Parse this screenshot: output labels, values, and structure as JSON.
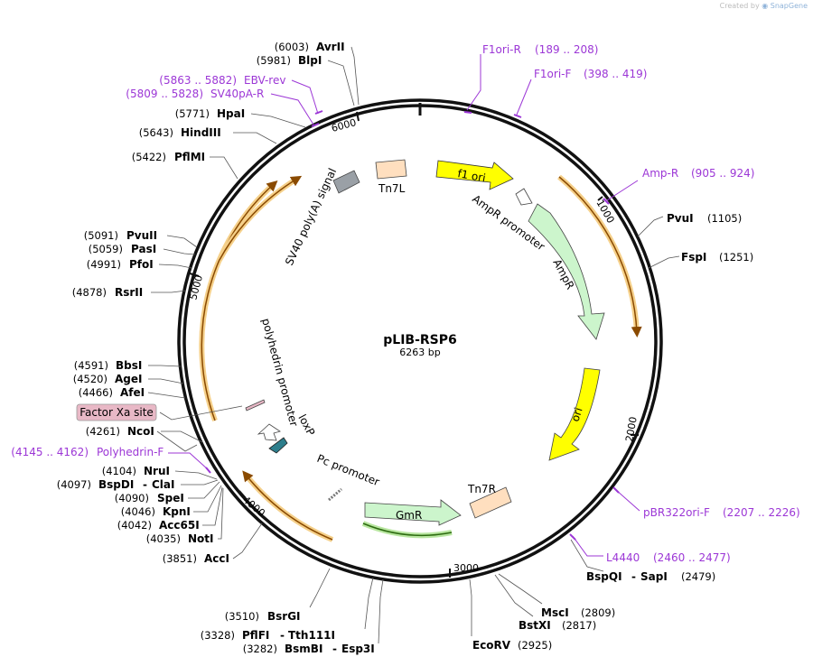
{
  "watermark": {
    "prefix": "Created by",
    "brand": "SnapGene"
  },
  "plasmid": {
    "name": "pLIB-RSP6",
    "length_label": "6263 bp"
  },
  "ticks": [
    "1000",
    "2000",
    "3000",
    "4000",
    "5000",
    "6000"
  ],
  "enzymes": [
    {
      "name": "AvrII",
      "pos": "(6003)"
    },
    {
      "name": "BlpI",
      "pos": "(5981)"
    },
    {
      "name": "HpaI",
      "pos": "(5771)"
    },
    {
      "name": "HindIII",
      "pos": "(5643)"
    },
    {
      "name": "PflMI",
      "pos": "(5422)"
    },
    {
      "name": "PvuII",
      "pos": "(5091)"
    },
    {
      "name": "PasI",
      "pos": "(5059)"
    },
    {
      "name": "PfoI",
      "pos": "(4991)"
    },
    {
      "name": "RsrII",
      "pos": "(4878)"
    },
    {
      "name": "BbsI",
      "pos": "(4591)"
    },
    {
      "name": "AgeI",
      "pos": "(4520)"
    },
    {
      "name": "AfeI",
      "pos": "(4466)"
    },
    {
      "name": "NcoI",
      "pos": "(4261)"
    },
    {
      "name": "NruI",
      "pos": "(4104)"
    },
    {
      "name": "BspDI",
      "pos": "(4097)",
      "alias": "ClaI"
    },
    {
      "name": "SpeI",
      "pos": "(4090)"
    },
    {
      "name": "KpnI",
      "pos": "(4046)"
    },
    {
      "name": "Acc65I",
      "pos": "(4042)"
    },
    {
      "name": "NotI",
      "pos": "(4035)"
    },
    {
      "name": "AccI",
      "pos": "(3851)"
    },
    {
      "name": "BsrGI",
      "pos": "(3510)"
    },
    {
      "name": "PflFI",
      "pos": "(3328)",
      "alias": "Tth111I"
    },
    {
      "name": "BsmBI",
      "pos": "(3282)",
      "alias": "Esp3I"
    },
    {
      "name": "EcoRV",
      "pos": "(2925)"
    },
    {
      "name": "MscI",
      "pos": "(2809)"
    },
    {
      "name": "BstXI",
      "pos": "(2817)"
    },
    {
      "name": "BspQI",
      "pos": "(2479)",
      "alias": "SapI"
    },
    {
      "name": "PvuI",
      "pos": "(1105)"
    },
    {
      "name": "FspI",
      "pos": "(1251)"
    }
  ],
  "primers": [
    {
      "name": "F1ori-R",
      "range": "(189 .. 208)"
    },
    {
      "name": "F1ori-F",
      "range": "(398 .. 419)"
    },
    {
      "name": "Amp-R",
      "range": "(905 .. 924)"
    },
    {
      "name": "pBR322ori-F",
      "range": "(2207 .. 2226)"
    },
    {
      "name": "L4440",
      "range": "(2460 .. 2477)"
    },
    {
      "name": "Polyhedrin-F",
      "range": "(4145 .. 4162)"
    },
    {
      "name": "EBV-rev",
      "range": "(5863 .. 5882)"
    },
    {
      "name": "SV40pA-R",
      "range": "(5809 .. 5828)"
    }
  ],
  "features": {
    "f1ori": "f1 ori",
    "ampr_promoter": "AmpR promoter",
    "ampr": "AmpR",
    "ori": "ori",
    "tn7r": "Tn7R",
    "gmr": "GmR",
    "pc_promoter": "Pc promoter",
    "loxp": "loxP",
    "polyhedrin_promoter": "polyhedrin promoter",
    "factor_xa": "Factor Xa site",
    "sv40": "SV40 poly(A) signal",
    "tn7l": "Tn7L"
  },
  "colors": {
    "primer": "#9c37d6",
    "f1ori": "#ffff00",
    "ampr": "#ccf5cc",
    "tn7": "#ffdfbf",
    "orf_arc": "#f5a623",
    "gmr_arc": "#6fbf2f",
    "sv40": "#9aa0a6",
    "loxp": "#2d7e8c",
    "factor_xa_fill": "#e8b8c6"
  }
}
